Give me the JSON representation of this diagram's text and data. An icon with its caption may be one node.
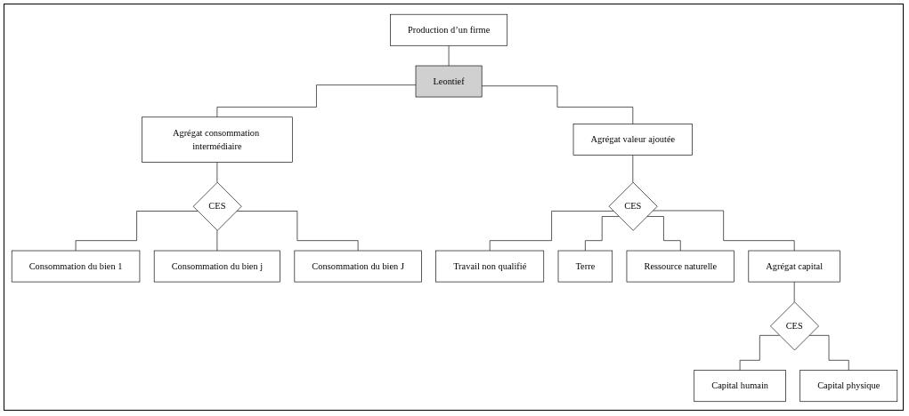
{
  "diagram": {
    "nodes": [
      {
        "text": [
          "Production d’un firme"
        ]
      },
      {
        "text": [
          "Leontief"
        ]
      },
      {
        "text": [
          "Agrégat consommation intermédiaire"
        ]
      },
      {
        "text": [
          "Agrégat valeur ajoutée"
        ]
      },
      {
        "text": [
          "CES"
        ]
      },
      {
        "text": [
          "CES"
        ]
      },
      {
        "text": [
          "Consommation du bien 1"
        ]
      },
      {
        "text": [
          "Consommation du bien j"
        ]
      },
      {
        "text": [
          "Consommation du bien J"
        ]
      },
      {
        "text": [
          "Travail non qualifié"
        ]
      },
      {
        "text": [
          "Terre"
        ]
      },
      {
        "text": [
          "Ressource naturelle"
        ]
      },
      {
        "text": [
          "Agrégat capital"
        ]
      },
      {
        "text": [
          "CES"
        ]
      },
      {
        "text": [
          "Capital humain"
        ]
      },
      {
        "text": [
          "Capital physique"
        ]
      }
    ],
    "edges": [
      {
        "from": 0,
        "to": 1,
        "arrow": "none"
      },
      {
        "from": 1,
        "to": 2,
        "arrow": "none"
      },
      {
        "from": 1,
        "to": 3,
        "arrow": "none"
      },
      {
        "from": 2,
        "to": 4,
        "arrow": "none"
      },
      {
        "from": 3,
        "to": 5,
        "arrow": "none"
      },
      {
        "from": 4,
        "to": 6,
        "arrow": "none"
      },
      {
        "from": 4,
        "to": 7,
        "arrow": "none"
      },
      {
        "from": 4,
        "to": 8,
        "arrow": "none"
      },
      {
        "from": 5,
        "to": 9,
        "arrow": "none"
      },
      {
        "from": 5,
        "to": 10,
        "arrow": "none"
      },
      {
        "from": 5,
        "to": 11,
        "arrow": "none"
      },
      {
        "from": 5,
        "to": 12,
        "arrow": "none"
      },
      {
        "from": 12,
        "to": 13,
        "arrow": "none"
      },
      {
        "from": 13,
        "to": 14,
        "arrow": "none"
      },
      {
        "from": 13,
        "to": 15,
        "arrow": "none"
      }
    ]
  }
}
